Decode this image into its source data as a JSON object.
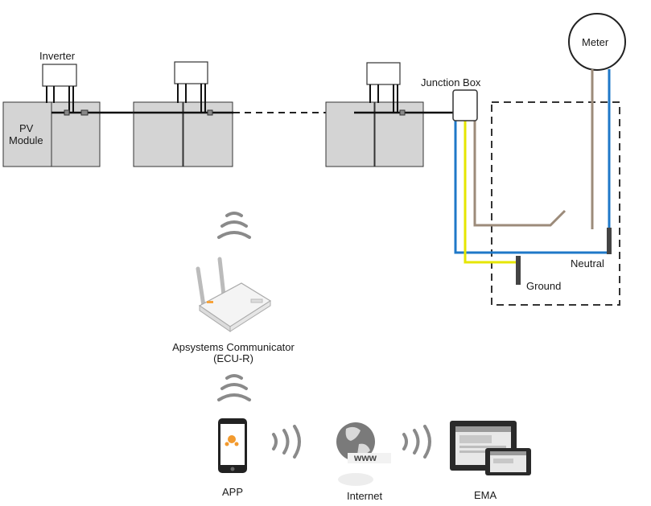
{
  "labels": {
    "inverter": "Inverter",
    "pv_module_line1": "PV",
    "pv_module_line2": "Module",
    "junction_box": "Junction Box",
    "meter": "Meter",
    "neutral": "Neutral",
    "ground": "Ground",
    "communicator_line1": "Apsystems Communicator",
    "communicator_line2": "(ECU-R)",
    "app": "APP",
    "internet": "Internet",
    "ema": "EMA",
    "www": "www"
  },
  "icons": [
    "inverter-box",
    "pv-panel",
    "junction-box",
    "meter-circle",
    "wifi-signal-icon",
    "router-icon",
    "smartphone-icon",
    "globe-icon",
    "monitor-icon"
  ],
  "colors": {
    "panel_fill": "#d4d4d4",
    "cable": "#111111",
    "neutral_wire": "#1f78c8",
    "ground_wire": "#e6e600",
    "phase_wire": "#9c8b7a",
    "dashed_box": "#333333"
  }
}
